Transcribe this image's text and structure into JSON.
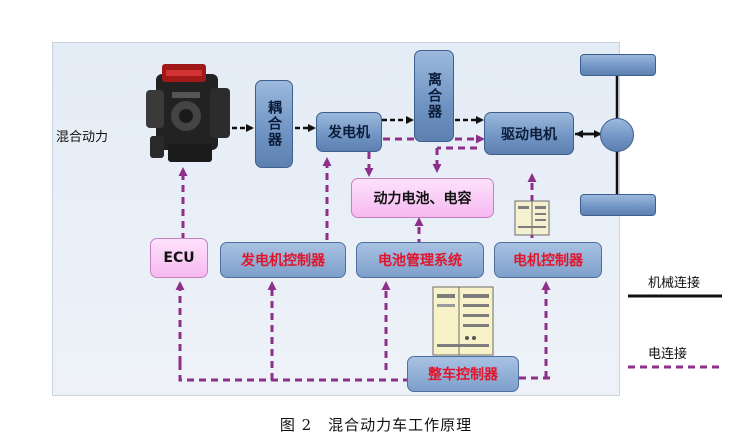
{
  "diagram": {
    "hybrid_power_label": "混合动力",
    "coupler_label": "耦合器",
    "generator_label": "发电机",
    "clutch_label": "离合器",
    "drive_motor_label": "驱动电机",
    "battery_label": "动力电池、电容",
    "ecu_label": "ECU",
    "generator_controller_label": "发电机控制器",
    "bms_label": "电池管理系统",
    "motor_controller_label": "电机控制器",
    "vehicle_controller_label": "整车控制器"
  },
  "legend": {
    "mechanical_label": "机械连接",
    "electrical_label": "电连接"
  },
  "caption": "图 2　混合动力车工作原理",
  "colors": {
    "mechanical_line": "#111111",
    "electrical_line": "#8e2f8a",
    "controller_text": "#e0152c"
  }
}
